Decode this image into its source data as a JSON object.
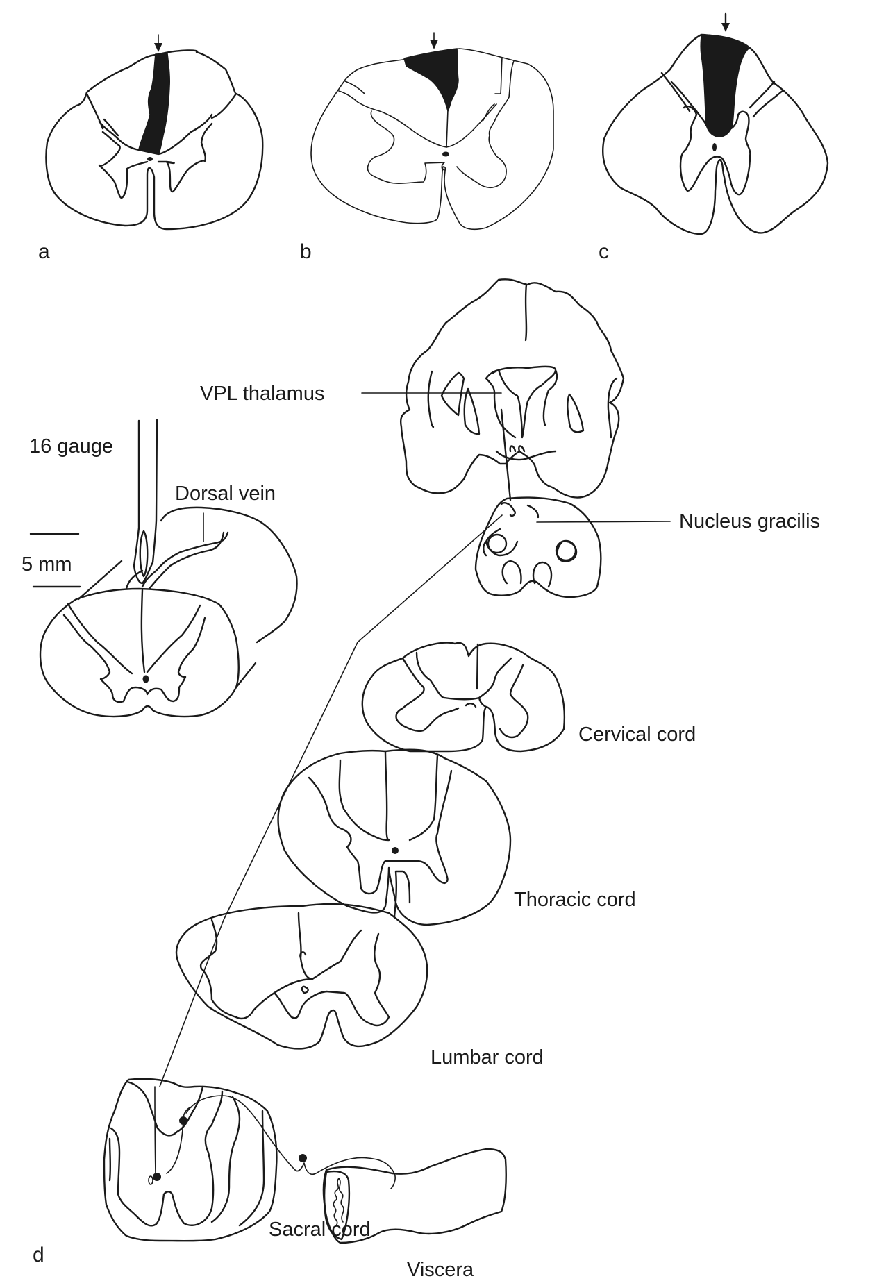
{
  "figure": {
    "panel_labels": {
      "a": "a",
      "b": "b",
      "c": "c",
      "d": "d"
    },
    "panels_abc": {
      "description": "Transverse spinal cord sections with dorsal column lesion (black) marked by arrow",
      "arrow_icon": "down-arrow"
    },
    "panel_d_labels": {
      "vpl_thalamus": "VPL thalamus",
      "needle_gauge": "16 gauge",
      "dorsal_vein": "Dorsal vein",
      "scale_bar": "5 mm",
      "nucleus_gracilis": "Nucleus gracilis",
      "cervical_cord": "Cervical cord",
      "thoracic_cord": "Thoracic cord",
      "lumbar_cord": "Lumbar cord",
      "sacral_cord": "Sacral cord",
      "viscera": "Viscera"
    },
    "colors": {
      "stroke": "#1a1a1a",
      "lesion_fill": "#1a1a1a",
      "background": "#ffffff"
    }
  }
}
